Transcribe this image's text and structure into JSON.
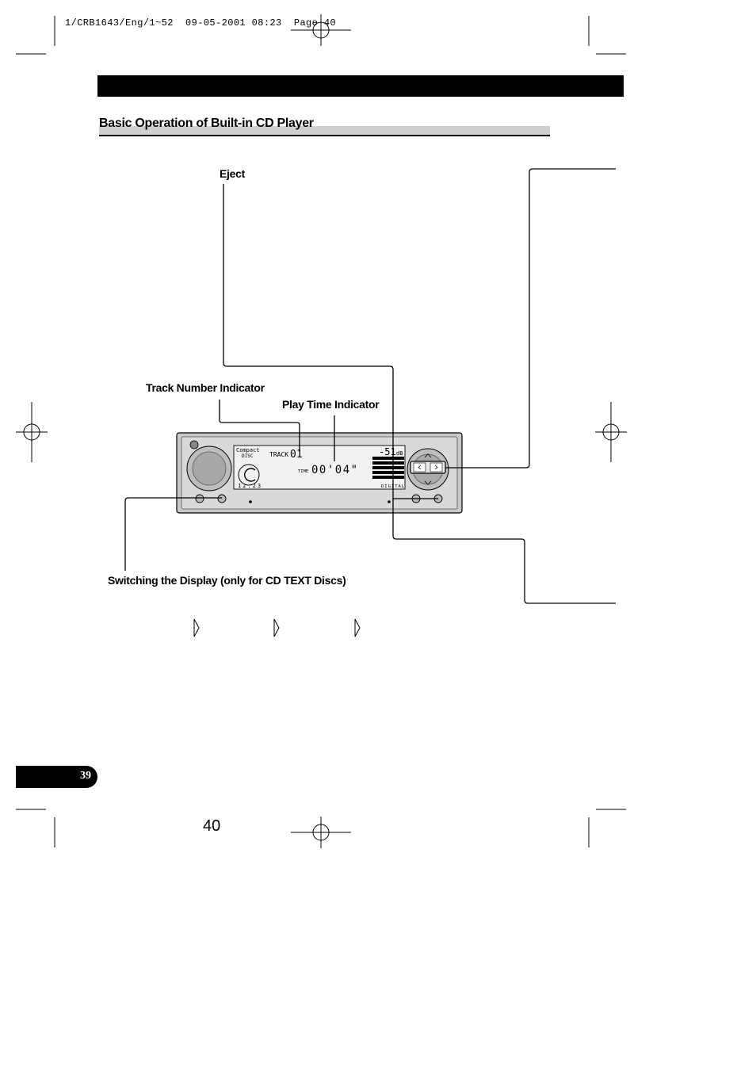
{
  "slug": "1/CRB1643/Eng/1~52  09-05-2001 08:23  Page 40",
  "section_title": "Basic Operation of Built-in CD Player",
  "callouts": {
    "eject": "Eject",
    "track_number": "Track Number Indicator",
    "play_time": "Play Time Indicator",
    "switch_display": "Switching the Display (only for CD TEXT Discs)"
  },
  "display": {
    "brand_line1": "Compact",
    "brand_line2": "DISC",
    "track_label": "TRACK",
    "track_value": "01",
    "time_label": "TIME",
    "time_value": "00'04\"",
    "level_value": "-51",
    "level_unit": "dB",
    "digital_label": "DIGITAL",
    "clock_label": "12:23"
  },
  "page_tab_number": "39",
  "folio": "40"
}
